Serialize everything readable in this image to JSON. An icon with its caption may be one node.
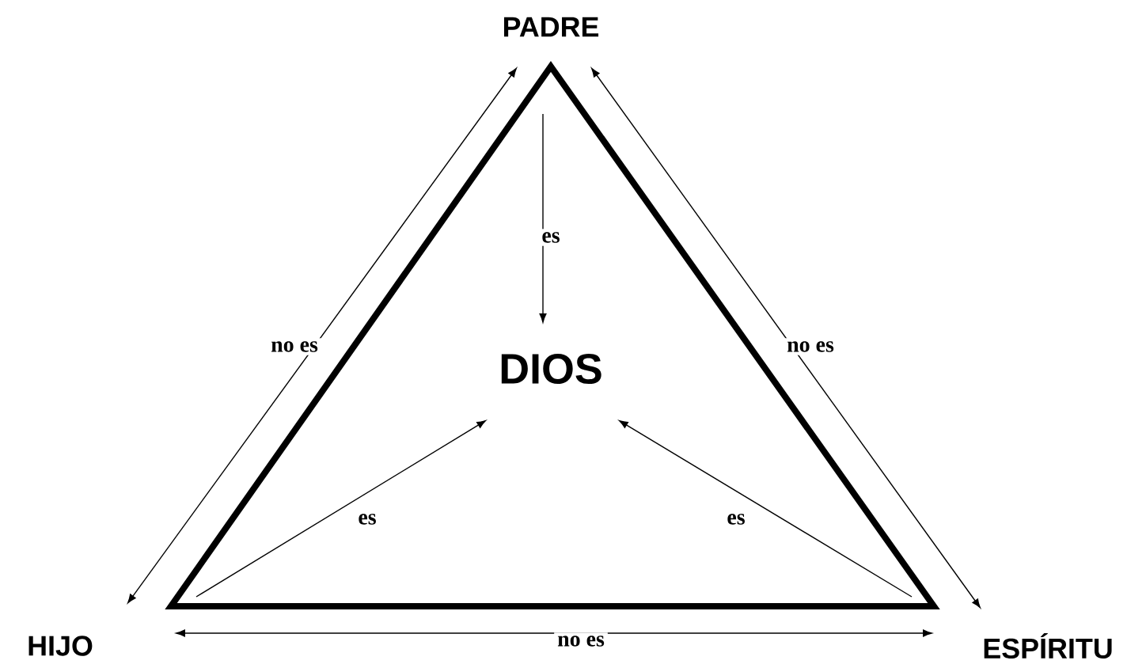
{
  "diagram": {
    "nodes": [
      {
        "text": [
          "PADRE"
        ]
      },
      {
        "text": [
          "HIJO"
        ]
      },
      {
        "text": [
          "ESPÍRITU"
        ]
      },
      {
        "text": [
          "DIOS"
        ]
      }
    ],
    "edges": [
      {
        "from": 0,
        "to": 3,
        "arrow": "to",
        "label": "es"
      },
      {
        "from": 1,
        "to": 3,
        "arrow": "to",
        "label": "es"
      },
      {
        "from": 2,
        "to": 3,
        "arrow": "to",
        "label": "es"
      },
      {
        "from": 0,
        "to": 1,
        "arrow": "both",
        "label": "no es"
      },
      {
        "from": 0,
        "to": 2,
        "arrow": "both",
        "label": "no es"
      },
      {
        "from": 1,
        "to": 2,
        "arrow": "both",
        "label": "no es"
      }
    ]
  }
}
